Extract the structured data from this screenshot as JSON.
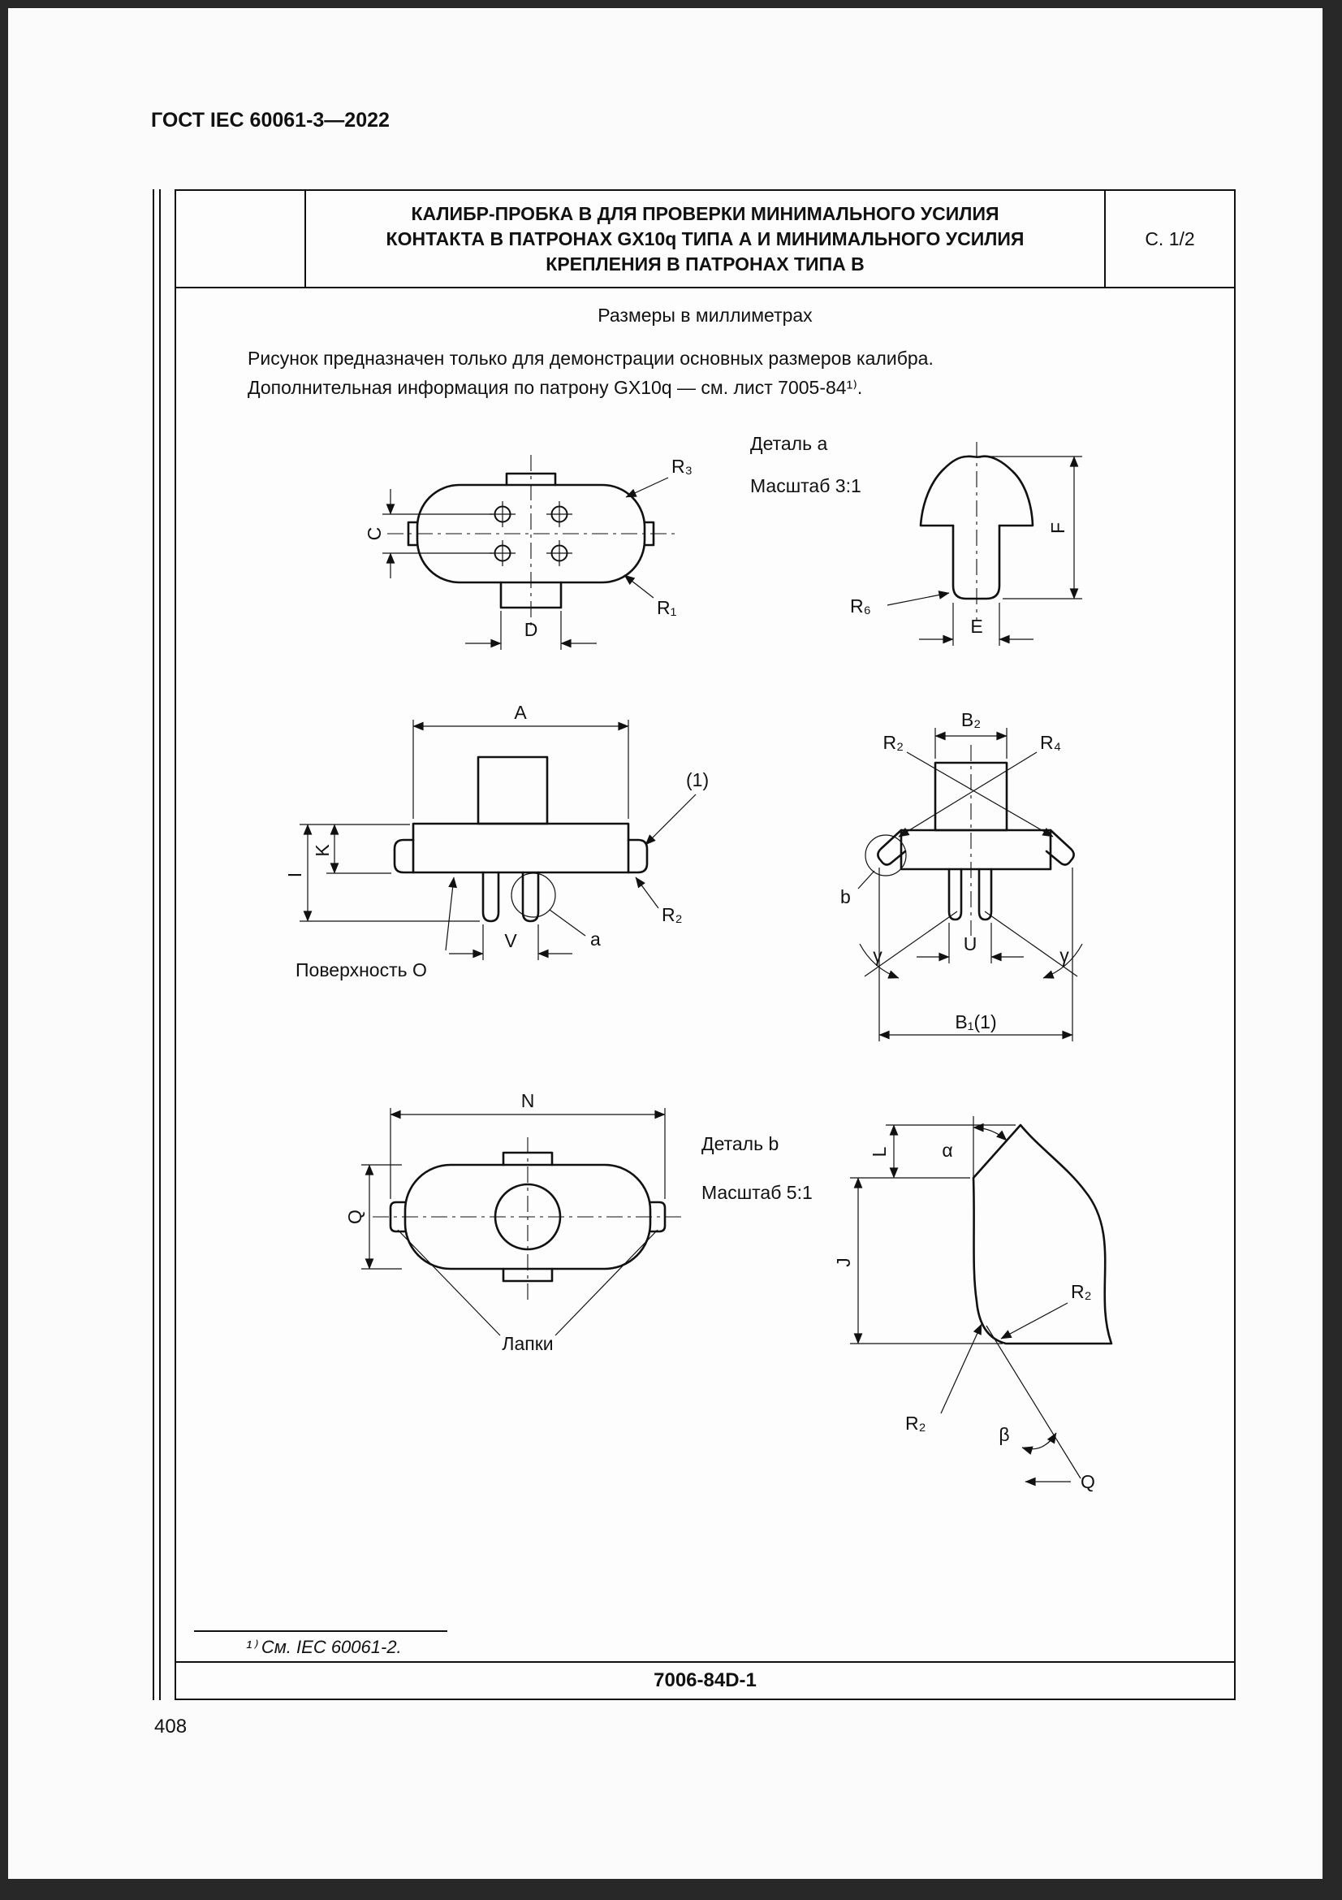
{
  "page": {
    "doc_header": "ГОСТ IEC 60061-3—2022",
    "page_number": "408"
  },
  "title_block": {
    "title_lines": [
      "КАЛИБР-ПРОБКА В ДЛЯ ПРОВЕРКИ МИНИМАЛЬНОГО УСИЛИЯ",
      "КОНТАКТА В ПАТРОНАХ GX10q ТИПА А И МИНИМАЛЬНОГО УСИЛИЯ",
      "КРЕПЛЕНИЯ В ПАТРОНАХ ТИПА В"
    ],
    "sheet_number": "С. 1/2"
  },
  "figure": {
    "units_note": "Размеры в миллиметрах",
    "note_line1": "Рисунок предназначен только для демонстрации основных размеров калибра.",
    "note_line2": "Дополнительная информация по патрону GX10q — см. лист 7005-84¹⁾.",
    "views": {
      "top_plan": {
        "dim_c": "C",
        "dim_d": "D",
        "radius_r3": "R₃",
        "radius_r1": "R₁"
      },
      "detail_a": {
        "caption": "Деталь a",
        "scale": "Масштаб 3:1",
        "dim_f": "F",
        "dim_e": "E",
        "radius_r6": "R₆"
      },
      "front": {
        "dim_a": "A",
        "dim_i": "I",
        "dim_k": "K",
        "dim_v": "V",
        "detail_ref": "a",
        "radius_r2": "R₂",
        "note_ref": "(1)",
        "surface_label": "Поверхность О"
      },
      "end": {
        "dim_b2": "B₂",
        "radius_r2": "R₂",
        "radius_r4": "R₄",
        "detail_ref": "b",
        "angle_gamma_left": "γ",
        "angle_gamma_right": "γ",
        "dim_u": "U",
        "dim_b1": "B₁(1)"
      },
      "bottom_plan": {
        "dim_n": "N",
        "dim_q": "Q",
        "tabs_label": "Лапки"
      },
      "detail_b": {
        "caption": "Деталь b",
        "scale": "Масштаб 5:1",
        "angle_alpha": "α",
        "dim_l": "L",
        "dim_j": "J",
        "radius_r2_upper": "R₂",
        "radius_r2_lower": "R₂",
        "angle_beta": "β",
        "dim_q": "Q"
      }
    }
  },
  "footnote": {
    "text": "¹⁾ См. IEC 60061-2."
  },
  "footer": {
    "drawing_number": "7006-84D-1"
  }
}
